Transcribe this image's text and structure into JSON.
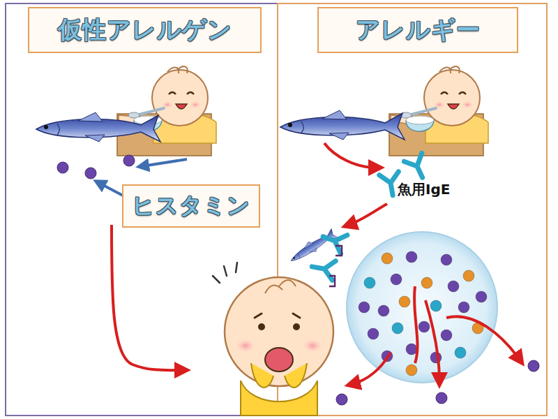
{
  "diagram": {
    "nodes": [
      {
        "text": [
          "仮性アレルゲン"
        ]
      },
      {
        "text": [
          "アレルギー"
        ]
      },
      {
        "text": [
          "ヒスタミン"
        ]
      }
    ],
    "labels": [
      "魚用IgE"
    ]
  }
}
